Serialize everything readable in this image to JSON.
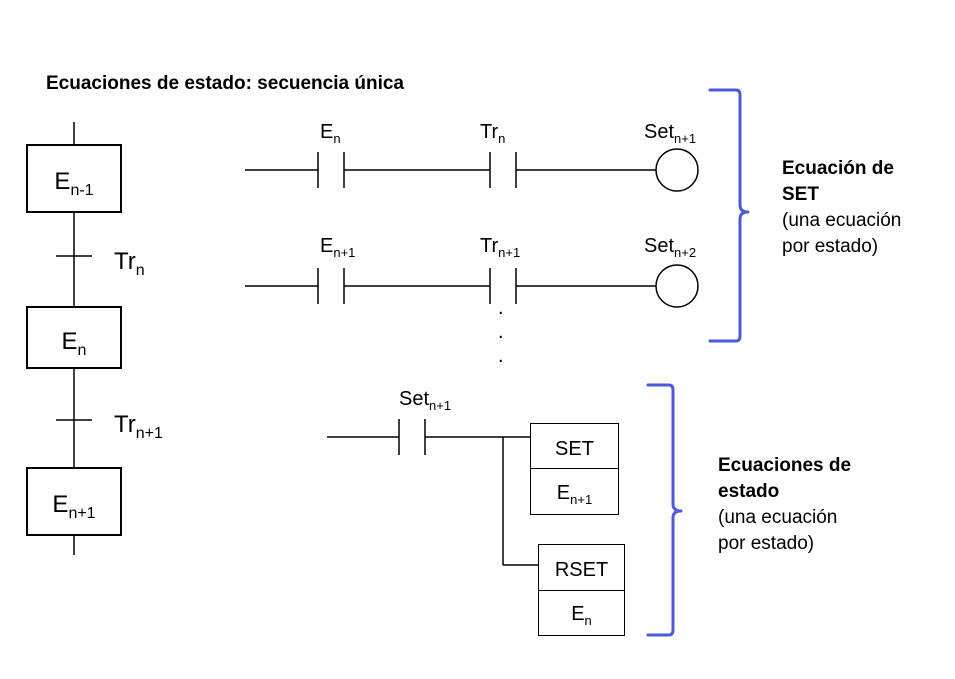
{
  "title": "Ecuaciones de estado: secuencia única",
  "grafcet": {
    "steps": [
      {
        "base": "E",
        "sub": "n-1"
      },
      {
        "base": "E",
        "sub": "n"
      },
      {
        "base": "E",
        "sub": "n+1"
      }
    ],
    "transitions": [
      {
        "base": "Tr",
        "sub": "n"
      },
      {
        "base": "Tr",
        "sub": "n+1"
      }
    ]
  },
  "ladder_set": {
    "rung1": {
      "contact1": {
        "base": "E",
        "sub": "n"
      },
      "contact2": {
        "base": "Tr",
        "sub": "n"
      },
      "coil": {
        "base": "Set",
        "sub": "n+1"
      }
    },
    "rung2": {
      "contact1": {
        "base": "E",
        "sub": "n+1"
      },
      "contact2": {
        "base": "Tr",
        "sub": "n+1"
      },
      "coil": {
        "base": "Set",
        "sub": "n+2"
      }
    },
    "ellipsis": [
      ".",
      ".",
      "."
    ]
  },
  "ladder_state": {
    "contact": {
      "base": "Set",
      "sub": "n+1"
    },
    "block_set": {
      "label": "SET",
      "operand": {
        "base": "E",
        "sub": "n+1"
      }
    },
    "block_rset": {
      "label": "RSET",
      "operand": {
        "base": "E",
        "sub": "n"
      }
    }
  },
  "notes": {
    "set_eq": {
      "bold1": "Ecuación de",
      "bold2": "SET",
      "line1": "(una ecuación",
      "line2": "por estado)"
    },
    "state_eq": {
      "bold1": "Ecuaciones de",
      "bold2": "estado",
      "line1": "(una ecuación",
      "line2": "por estado)"
    }
  },
  "colors": {
    "bracket": "#4f5bd5",
    "ink": "#000000"
  }
}
